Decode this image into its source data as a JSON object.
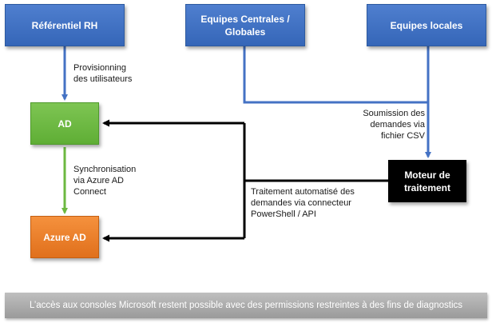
{
  "boxes": {
    "referentiel_rh": "Référentiel RH",
    "equipes_centrales_line1": "Equipes Centrales /",
    "equipes_centrales_line2": "Globales",
    "equipes_locales": "Equipes locales",
    "ad": "AD",
    "azure_ad": "Azure AD",
    "moteur_line1": "Moteur de",
    "moteur_line2": "traitement"
  },
  "labels": {
    "provisionning_line1": "Provisionning",
    "provisionning_line2": "des utilisateurs",
    "soumission_line1": "Soumission des",
    "soumission_line2": "demandes via",
    "soumission_line3": "fichier CSV",
    "sync_line1": "Synchronisation",
    "sync_line2": "via Azure AD",
    "sync_line3": "Connect",
    "traitement_line1": "Traitement automatisé des",
    "traitement_line2": "demandes via connecteur",
    "traitement_line3": "PowerShell / API"
  },
  "footer": {
    "note": "L’accès aux consoles Microsoft restent possible avec des permissions restreintes à des fins de diagnostics"
  },
  "colors": {
    "blue": "#3d6fc2",
    "green": "#6cb840",
    "orange": "#ea7d27",
    "black": "#000000",
    "gray": "#a6a6a6"
  }
}
